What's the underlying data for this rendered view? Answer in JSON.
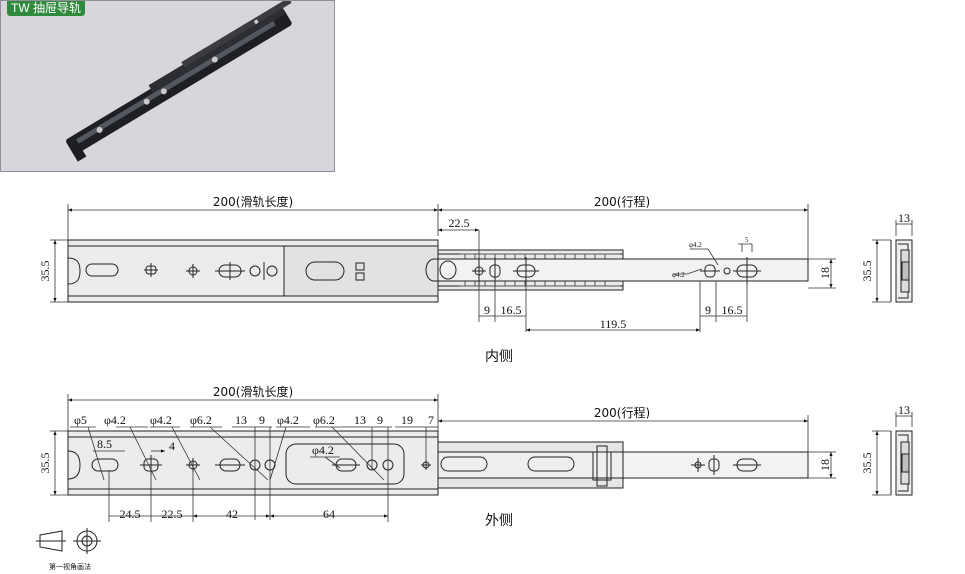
{
  "photo": {
    "badge": "TW 抽屉导轨"
  },
  "inner_view": {
    "caption": "内侧",
    "dim_rail_length": "200(滑轨长度)",
    "dim_stroke": "200(行程)",
    "dim_22_5": "22.5",
    "dim_9_a": "9",
    "dim_16_5_a": "16.5",
    "dim_119_5": "119.5",
    "dim_9_b": "9",
    "dim_16_5_b": "16.5",
    "dim_phi_a": "φ4.2",
    "dim_phi_b": "φ4.2",
    "dim_5": "5",
    "dim_height": "35.5",
    "dim_inner_h": "18"
  },
  "outer_view": {
    "caption": "外侧",
    "dim_rail_length": "200(滑轨长度)",
    "dim_stroke": "200(行程)",
    "phi5": "φ5",
    "phi42_a": "φ4.2",
    "phi42_b": "φ4.2",
    "phi62_a": "φ6.2",
    "d13_a": "13",
    "d9_a": "9",
    "phi42_c": "φ4.2",
    "phi62_b": "φ6.2",
    "d13_b": "13",
    "d9_b": "9",
    "d19": "19",
    "d7": "7",
    "d8_5": "8.5",
    "d4": "4",
    "phi42_d": "φ4.2",
    "d24_5": "24.5",
    "d22_5": "22.5",
    "d42": "42",
    "d64": "64",
    "dim_height": "35.5",
    "dim_inner_h": "18"
  },
  "end_view_top": {
    "width": "13",
    "height": "35.5"
  },
  "end_view_bottom": {
    "width": "13",
    "height": "35.5"
  },
  "projection": {
    "label": "第一视角画法"
  }
}
